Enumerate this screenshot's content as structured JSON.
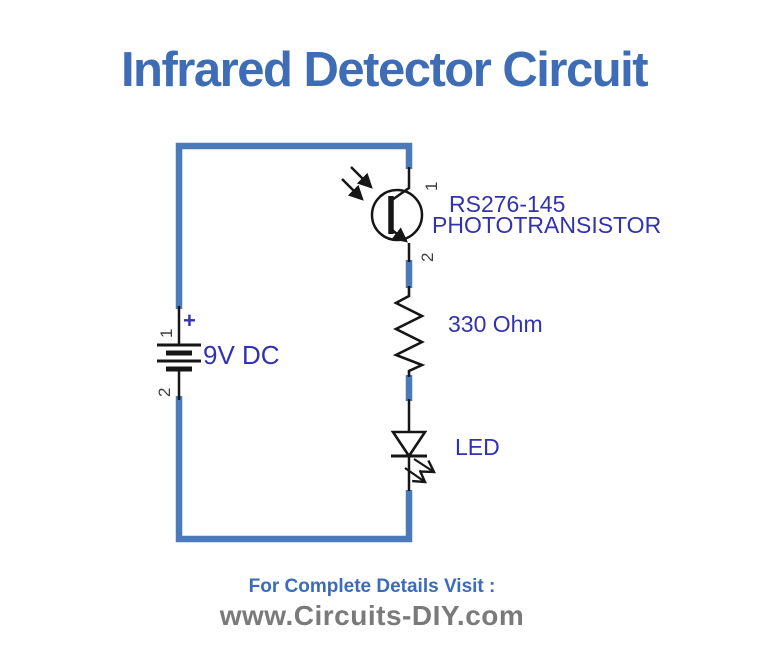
{
  "page": {
    "title": "Infrared Detector Circuit"
  },
  "colors": {
    "wire_blue": "#4a7ab9",
    "title_blue": "#3e6db6",
    "label_indigo": "#3232b0",
    "pin_gray": "#3d3d3d",
    "component_black": "#161616",
    "footer_blue": "#3a6bbd",
    "footer_gray": "#7a7a7a"
  },
  "components": {
    "battery": {
      "value": "9V DC",
      "polarity": "+",
      "pin_top": "1",
      "pin_bottom": "2"
    },
    "phototransistor": {
      "part_number": "RS276-145",
      "name": "PHOTOTRANSISTOR",
      "pin_top": "1",
      "pin_bottom": "2"
    },
    "resistor": {
      "value": "330 Ohm"
    },
    "led": {
      "name": "LED"
    }
  },
  "footer": {
    "line1": "For Complete Details Visit :",
    "line2": "www.Circuits-DIY.com"
  }
}
